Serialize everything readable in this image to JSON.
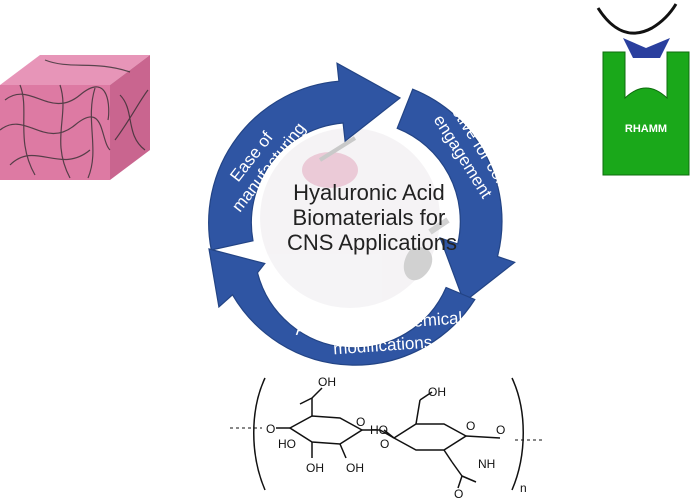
{
  "center": {
    "line1": "Hyaluronic Acid",
    "line2": "Biomaterials for",
    "line3": "CNS Applications"
  },
  "cycle": {
    "arrow_color": "#2f55a3",
    "arrow_top_left": {
      "line1": "Ease of",
      "line2": "manufacturing"
    },
    "arrow_right": {
      "line1": "Bioactive for cellular",
      "line2": "engagement"
    },
    "arrow_bottom": {
      "line1": "Amenable to chemical",
      "line2": "modifications"
    }
  },
  "receptor": {
    "label": "RHAMM",
    "color": "#1aa81a",
    "cap_color": "#2a3f9e"
  },
  "hydrogel": {
    "color": "#dd7aa3"
  },
  "structure": {
    "oh_top_left": "OH",
    "oh_top_right": "OH",
    "o_left": "O",
    "oh_mid_left": "HO",
    "o_ring_left": "O",
    "ho_link": "HO",
    "o_link": "O",
    "oh_bottom_left": "OH",
    "oh_bottom_mid": "OH",
    "o_ring_right": "O",
    "o_right": "O",
    "nh": "NH",
    "o_acetyl": "O",
    "repeat_n": "n"
  }
}
